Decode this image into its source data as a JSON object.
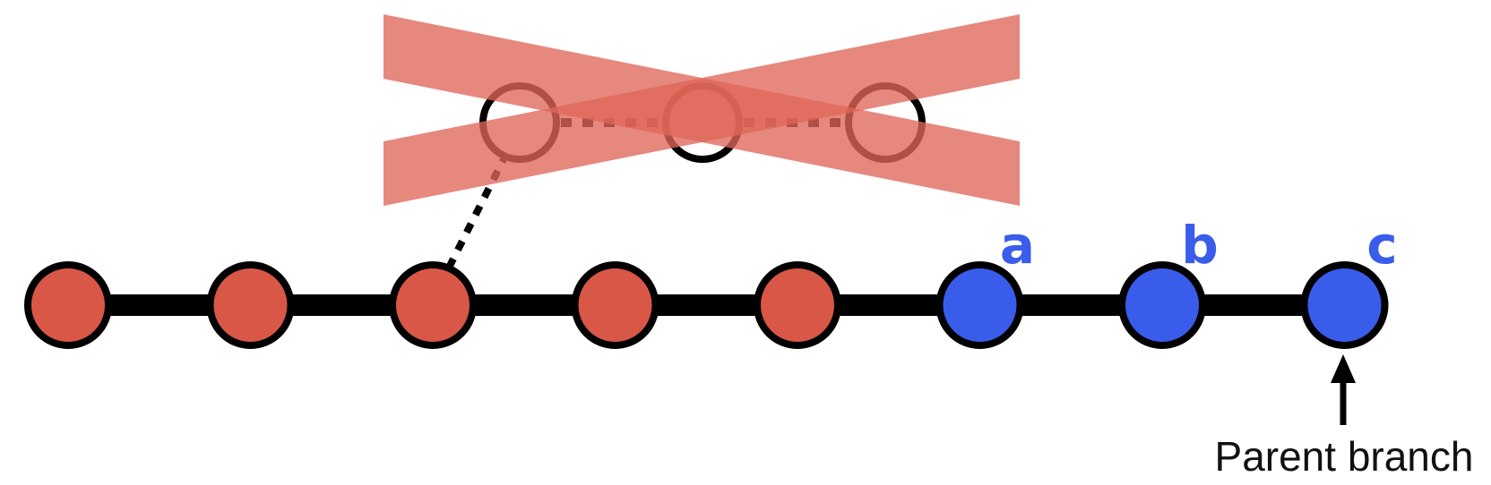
{
  "colors": {
    "red_commit": "#d95747",
    "blue_commit": "#3a5ceb",
    "outline": "#000000",
    "cross": "#e0665a",
    "cross_dots": "#8b1c10",
    "label": "#3a5ceb"
  },
  "main_line": {
    "commits": [
      {
        "state": "red"
      },
      {
        "state": "red"
      },
      {
        "state": "red"
      },
      {
        "state": "red"
      },
      {
        "state": "red"
      },
      {
        "state": "blue",
        "label": "a"
      },
      {
        "state": "blue",
        "label": "b"
      },
      {
        "state": "blue",
        "label": "c"
      }
    ]
  },
  "discarded_branch": {
    "commit_count": 3,
    "forks_from_commit": 3
  },
  "annotation": {
    "text": "Parent branch",
    "points_to_commit": 8
  }
}
